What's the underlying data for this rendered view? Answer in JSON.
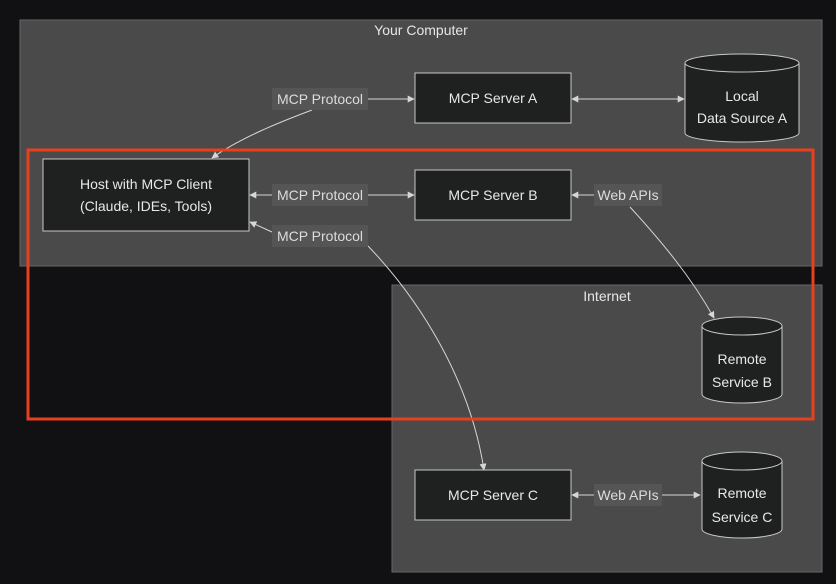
{
  "clusters": {
    "computer": {
      "title": "Your Computer"
    },
    "internet": {
      "title": "Internet"
    }
  },
  "nodes": {
    "host": {
      "lines": [
        "Host with MCP Client",
        "(Claude, IDEs, Tools)"
      ]
    },
    "server_a": {
      "lines": [
        "MCP Server A"
      ]
    },
    "server_b": {
      "lines": [
        "MCP Server B"
      ]
    },
    "server_c": {
      "lines": [
        "MCP Server C"
      ]
    },
    "local_a": {
      "lines": [
        "Local",
        "Data Source A"
      ]
    },
    "remote_b": {
      "lines": [
        "Remote",
        "Service B"
      ]
    },
    "remote_c": {
      "lines": [
        "Remote",
        "Service C"
      ]
    }
  },
  "edge_labels": {
    "host_a": "MCP Protocol",
    "host_b": "MCP Protocol",
    "host_c": "MCP Protocol",
    "b_remote": "Web APIs",
    "c_remote": "Web APIs"
  },
  "colors": {
    "background": "#111113",
    "cluster_fill": "#4a4a4a",
    "cluster_stroke": "#666666",
    "node_fill": "#1f2020",
    "node_stroke": "#c8c8c8",
    "edge": "#d6d6d6",
    "label_bg": "#555555",
    "highlight": "#e8401c"
  }
}
